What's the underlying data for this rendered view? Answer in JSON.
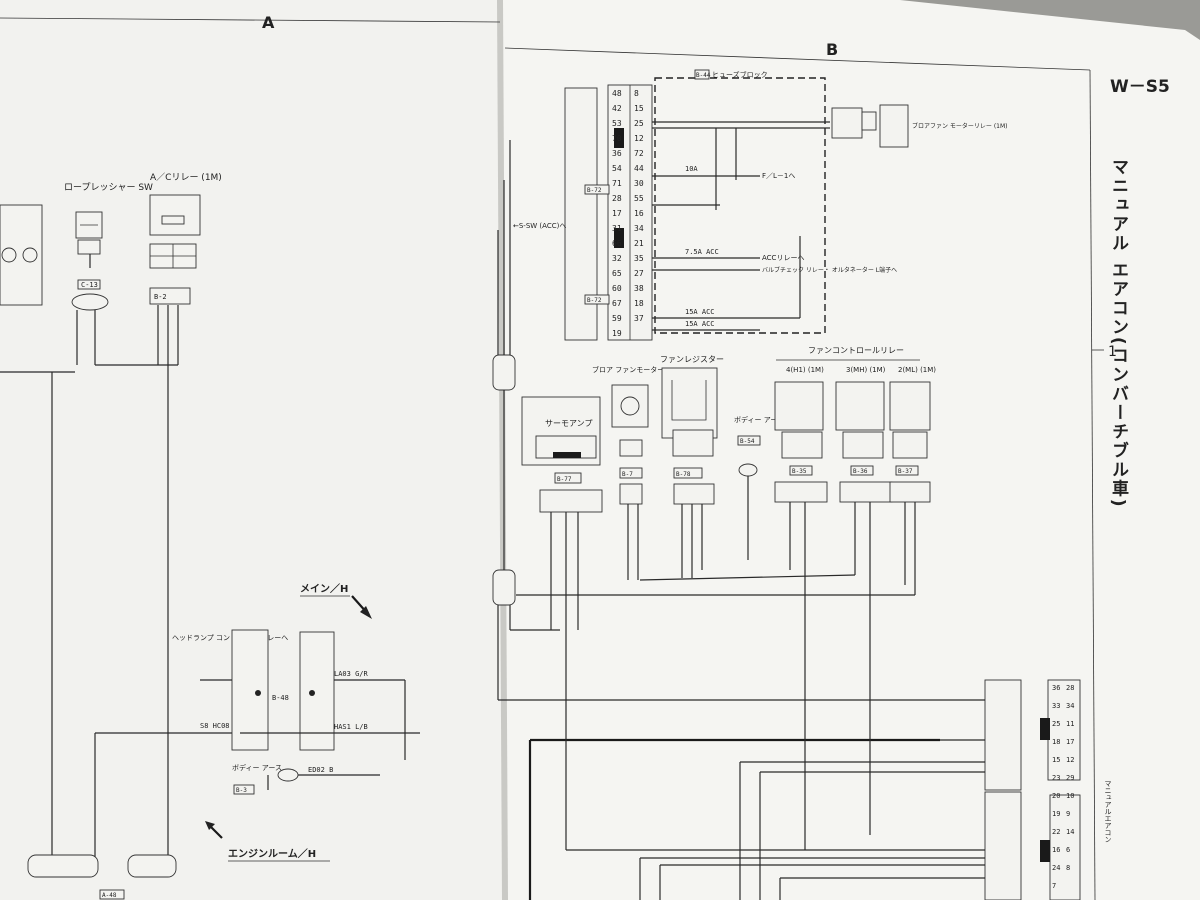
{
  "sheet": {
    "section_a": "A",
    "section_b": "B",
    "page_code": "W－S5",
    "title": "マニュアル エアコン(コンバーチブル車)",
    "row_marker": "1"
  },
  "labels": {
    "main_harness": "メイン／H",
    "engine_harness": "エンジンルーム／H",
    "fuse_block": "ヒューズブロック",
    "fuse_block_ref": "B-44",
    "low_pressure_sw": "ロープレッシャー SW",
    "ac_relay": "A／Cリレー (1M)",
    "headlamp_relay": "ヘッドランプ コントロール リレーへ",
    "body_ground": "ボディー アース",
    "thermo_amp": "サーモアンプ",
    "blower_motor": "ブロア ファンモーター",
    "fan_resistor": "ファンレジスター",
    "fan_control_relay": "ファンコントロールリレー",
    "relay_h1": "4(H1) (1M)",
    "relay_mh": "3(MH) (1M)",
    "relay_ml": "2(ML) (1M)",
    "blower_relay": "ブロアファン モーターリレー (1M)",
    "ig_sw_acc": "←S-SW (ACC)へ",
    "to_fl": "F／L－1へ",
    "to_acc_relay": "ACCリレーへ",
    "valve_check": "バルブチェック リレー・ オルタネーター L端子へ",
    "fuse_10a": "10A",
    "fuse_75a": "7.5A ACC",
    "fuse_15a_1": "15A ACC",
    "fuse_15a_2": "15A ACC",
    "ref_b72": "B-72",
    "ref_b77": "B-77",
    "ref_b7": "B-7",
    "ref_b78": "B-78",
    "ref_b54": "B-54",
    "ref_b35": "B-35",
    "ref_b36": "B-36",
    "ref_b37": "B-37",
    "ref_c13": "C-13",
    "ref_b2": "B-2",
    "ref_b3": "B-3",
    "ref_b48": "B-48",
    "ref_a48": "A-48",
    "wire_la03": "LA03 G/R",
    "wire_has1": "HAS1 L/B",
    "wire_hc08": "S8 HC08",
    "wire_ed02": "ED02 B",
    "side_note": "マニュアルエアコン"
  },
  "connector_codes": [
    "48",
    "8",
    "42",
    "15",
    "53",
    "25",
    "70",
    "12",
    "36",
    "72",
    "54",
    "44",
    "71",
    "30",
    "28",
    "55",
    "17",
    "16",
    "31",
    "34",
    "66",
    "21",
    "32",
    "35",
    "65",
    "27",
    "60",
    "38",
    "67",
    "18",
    "59",
    "37",
    "19"
  ],
  "right_connector": [
    "36",
    "28",
    "33",
    "34",
    "25",
    "11",
    "18",
    "17",
    "15",
    "12",
    "23",
    "29",
    "20",
    "10",
    "19",
    "9",
    "22",
    "14",
    "16",
    "6",
    "24",
    "8",
    "7"
  ],
  "colors": {
    "paper": "#f4f4f1",
    "ink": "#222222",
    "background": "#9a9a96"
  }
}
